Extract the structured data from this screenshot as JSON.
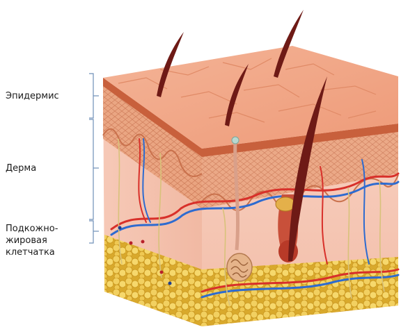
{
  "labels": {
    "epidermis": "Эпидермис",
    "dermis": "Дерма",
    "subcutaneous": "Подкожно-\nжировая\nклетчатка"
  },
  "colors": {
    "epidermis_top": "#f0a585",
    "epidermis_edge": "#c8603c",
    "dermis": "#f6c7b4",
    "fat": "#e8c24a",
    "artery": "#d8302a",
    "vein": "#2d6bd0",
    "nerve": "#d8c27a",
    "hair": "#6e1a16"
  }
}
